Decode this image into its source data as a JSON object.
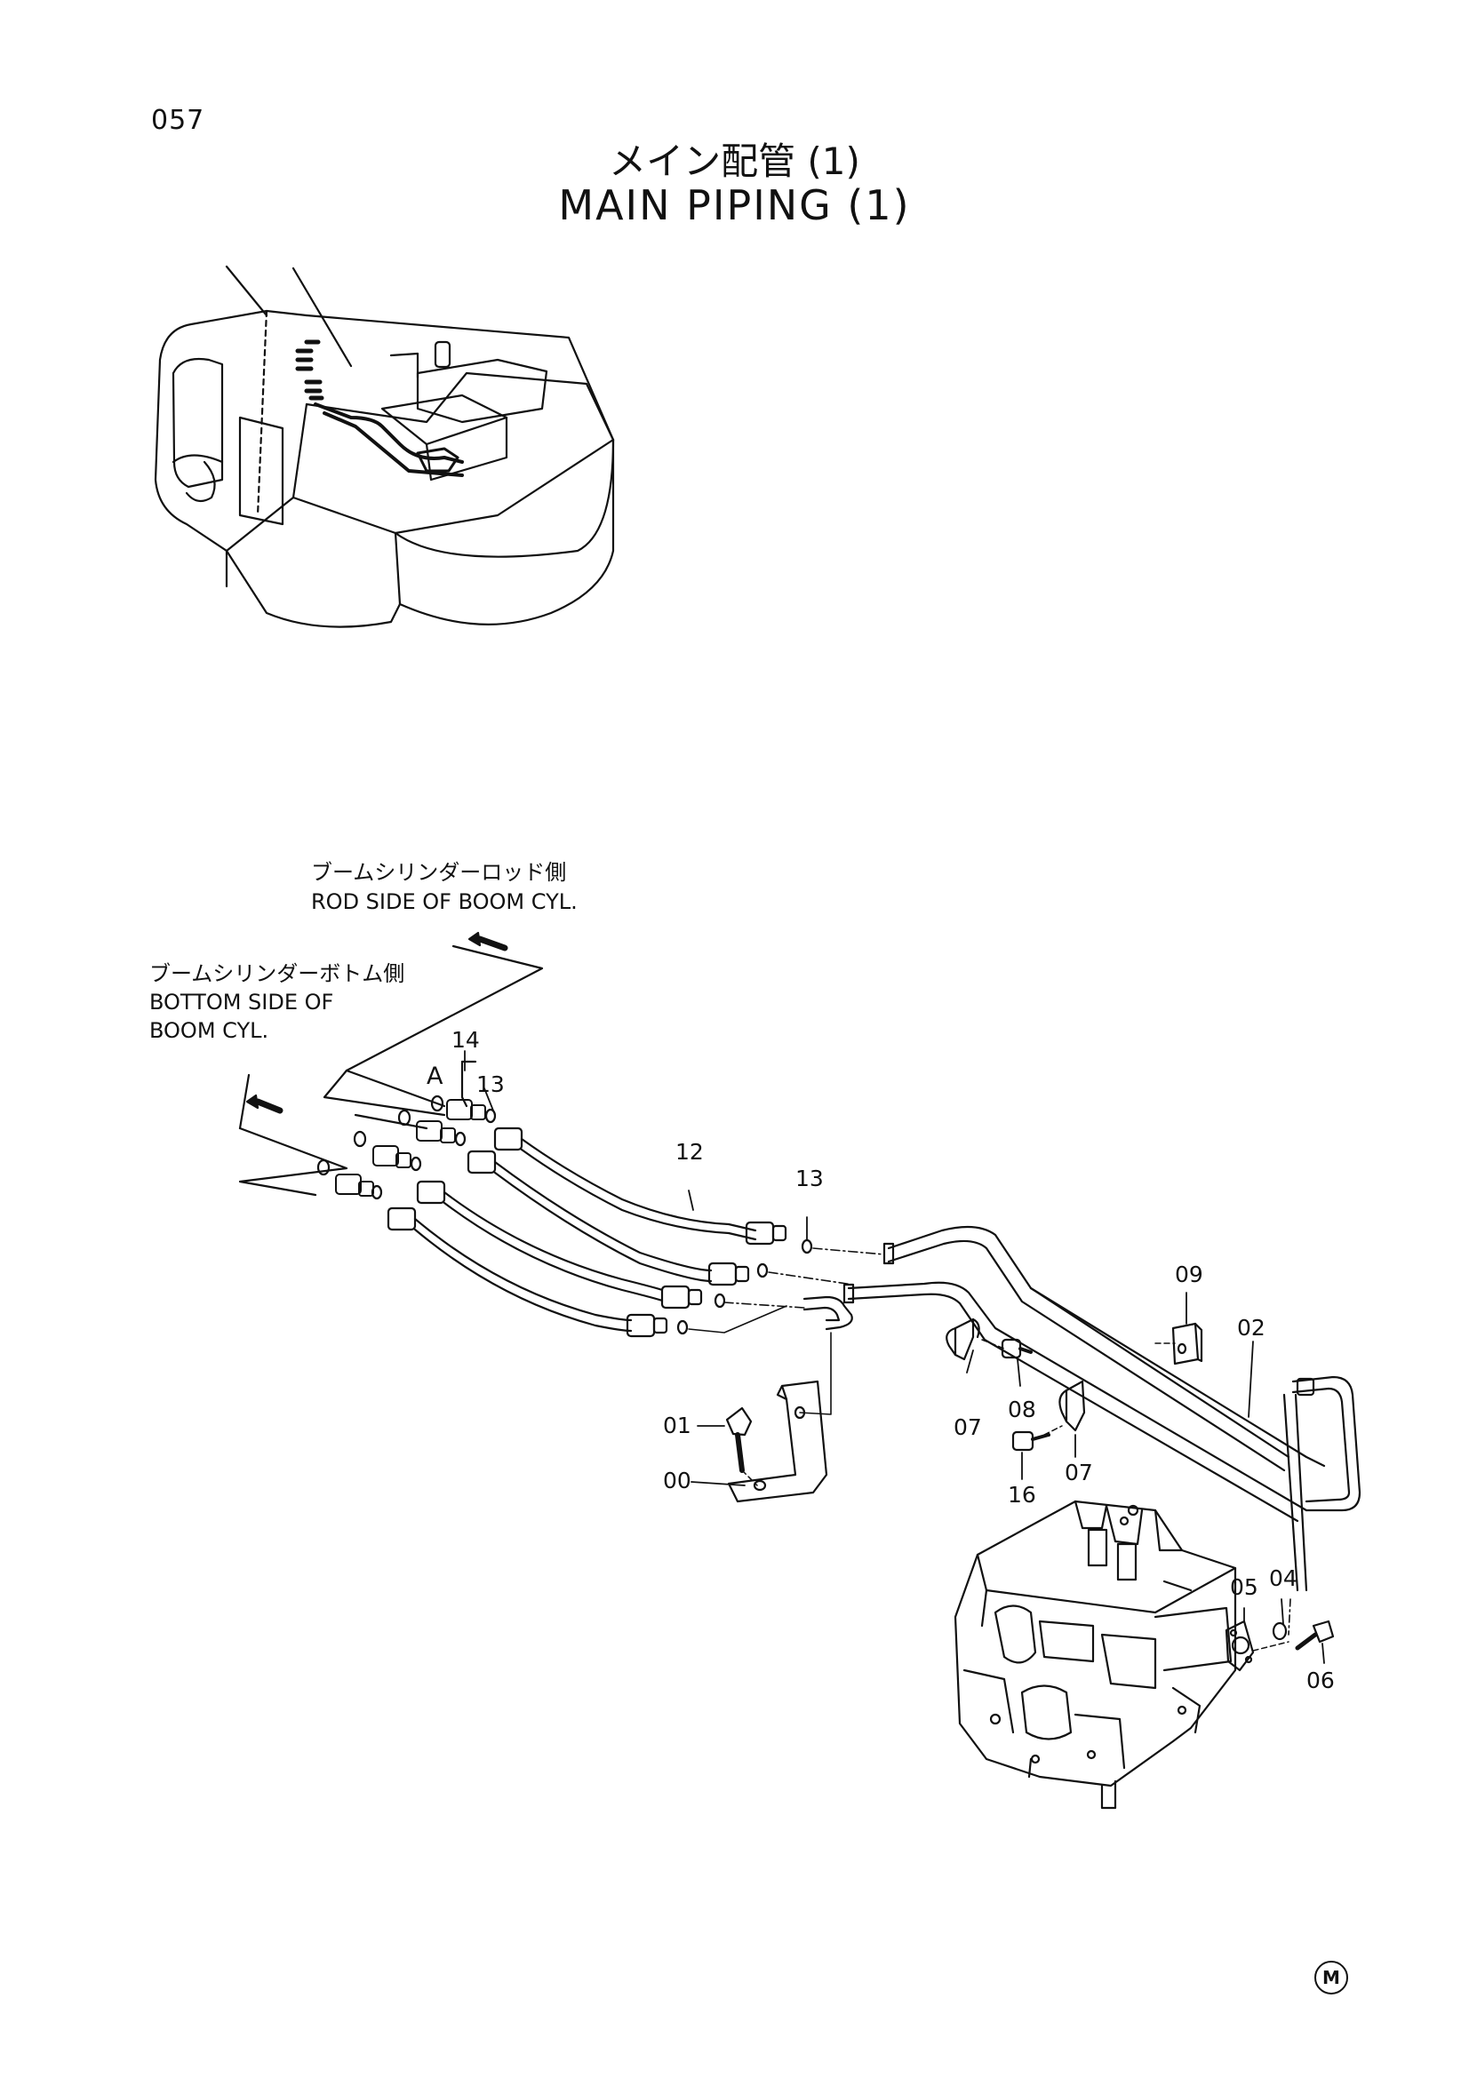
{
  "page": {
    "number": "057"
  },
  "title": {
    "jp": "メイン配管 (1)",
    "en": "MAIN PIPING (1)"
  },
  "notes": {
    "rod_jp": "ブームシリンダーロッド側",
    "rod_en": "ROD SIDE OF BOOM CYL.",
    "bottom_jp": "ブームシリンダーボトム側",
    "bottom_en_1": "BOTTOM SIDE OF",
    "bottom_en_2": "BOOM CYL."
  },
  "view_label": "A",
  "callouts": {
    "c00": "00",
    "c01": "01",
    "c02": "02",
    "c04": "04",
    "c05": "05",
    "c06": "06",
    "c07a": "07",
    "c07b": "07",
    "c08": "08",
    "c09": "09",
    "c12": "12",
    "c13a": "13",
    "c13b": "13",
    "c14": "14",
    "c16": "16"
  },
  "footer_mark": "M"
}
